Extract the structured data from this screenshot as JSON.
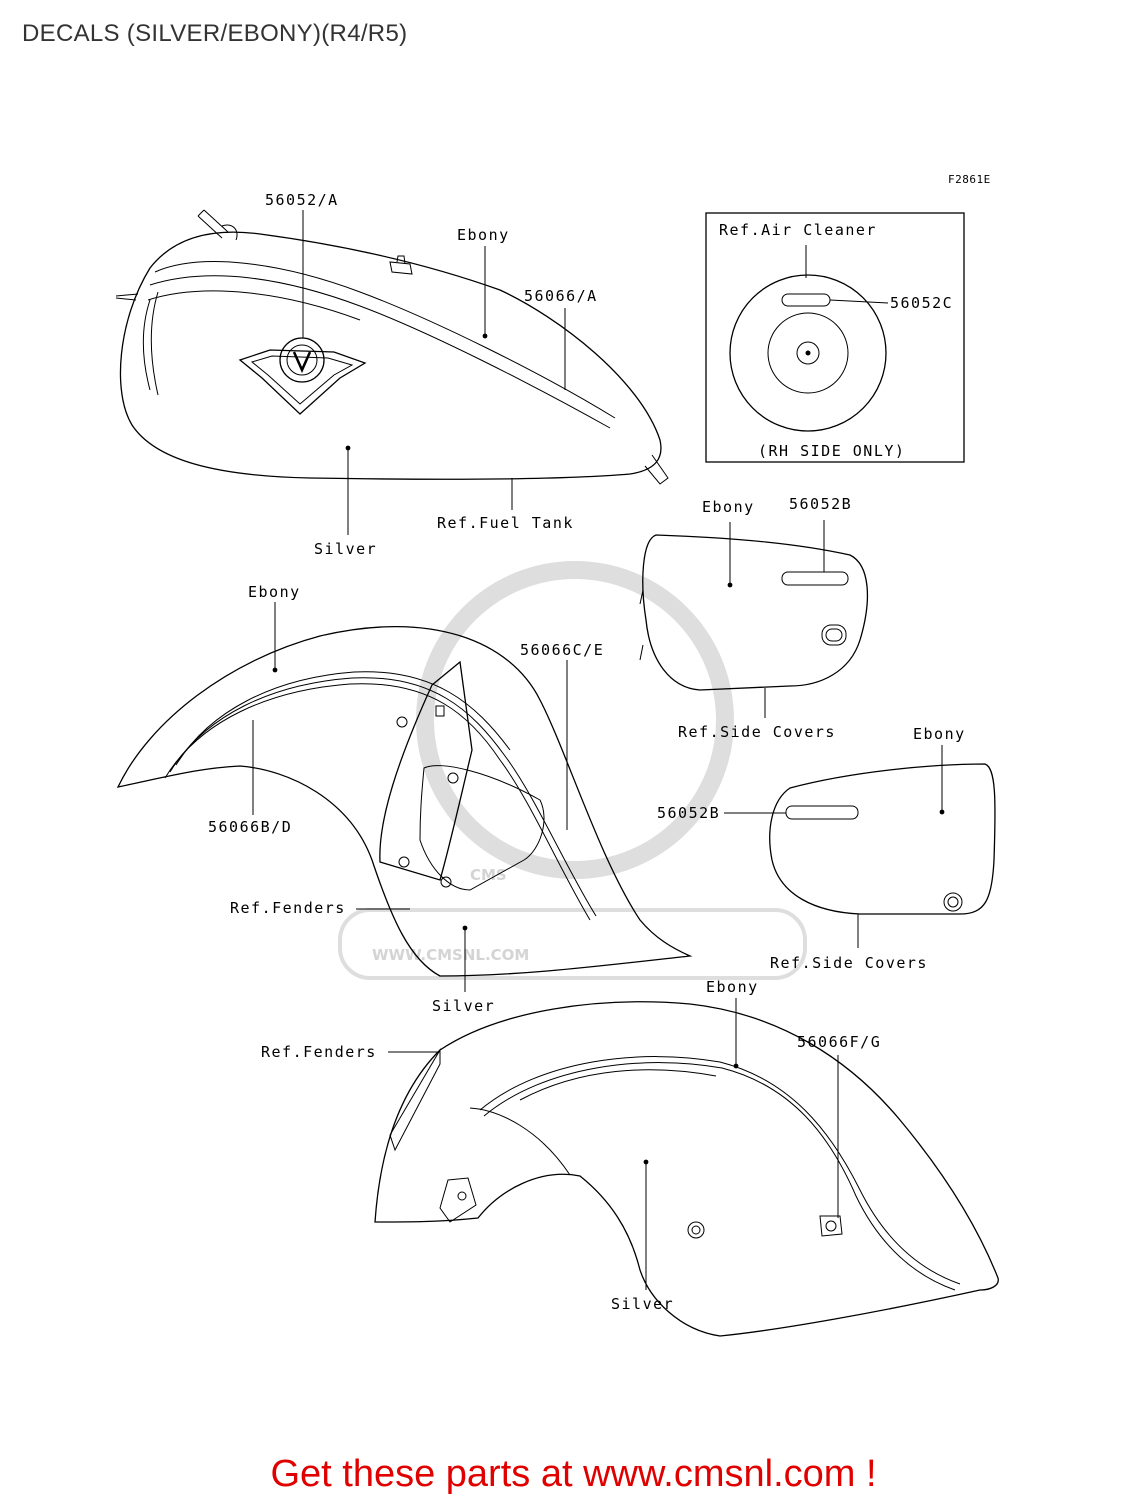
{
  "page_title": "DECALS (SILVER/EBONY)(R4/R5)",
  "figure_code": "F2861E",
  "watermark": {
    "brand": "CMS",
    "url": "WWW.CMSNL.COM"
  },
  "labels": {
    "fuel_tank_part": "56052/A",
    "fuel_tank_ebony": "Ebony",
    "fuel_tank_stripe": "56066/A",
    "fuel_tank_silver": "Silver",
    "fuel_tank_ref": "Ref.Fuel Tank",
    "air_cleaner_ref": "Ref.Air Cleaner",
    "air_cleaner_part": "56052C",
    "air_cleaner_note": "(RH SIDE ONLY)",
    "side_cover_upper_ebony": "Ebony",
    "side_cover_upper_part": "56052B",
    "side_cover_upper_ref": "Ref.Side Covers",
    "side_cover_lower_ebony": "Ebony",
    "side_cover_lower_part": "56052B",
    "side_cover_lower_ref": "Ref.Side Covers",
    "front_fender_ebony": "Ebony",
    "front_fender_stripe_ce": "56066C/E",
    "front_fender_stripe_bd": "56066B/D",
    "front_fender_ref": "Ref.Fenders",
    "front_fender_silver": "Silver",
    "rear_fender_ebony": "Ebony",
    "rear_fender_ref": "Ref.Fenders",
    "rear_fender_stripe": "56066F/G",
    "rear_fender_silver": "Silver"
  },
  "footer_text": "Get these parts at www.cmsnl.com !",
  "colors": {
    "footer": "#e00000",
    "watermark": "#d4d4d4",
    "line": "#000000"
  }
}
